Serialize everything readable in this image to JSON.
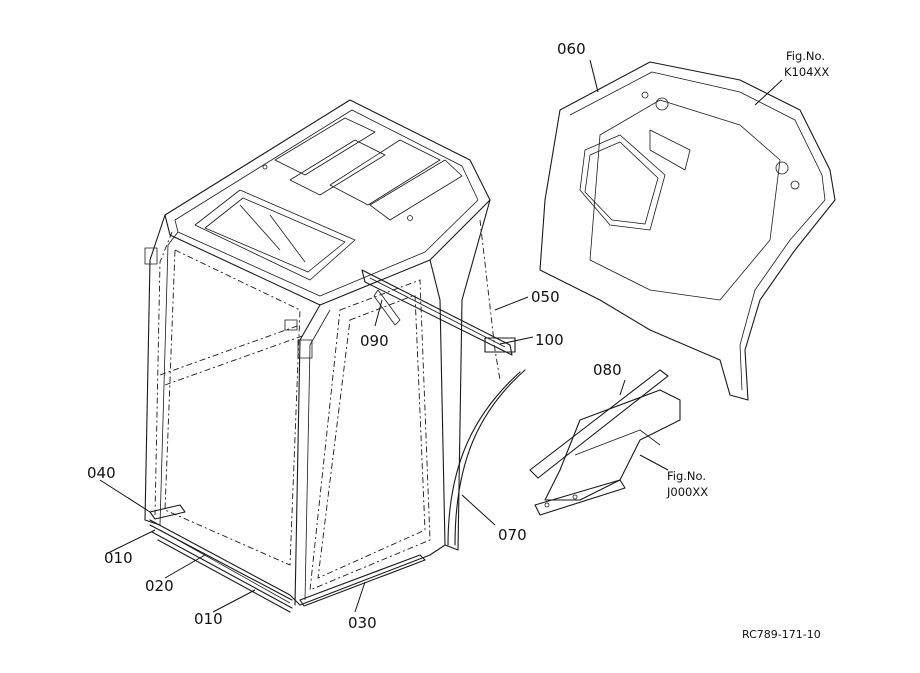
{
  "parts": {
    "p010_a": "010",
    "p010_b": "010",
    "p020": "020",
    "p030": "030",
    "p040": "040",
    "p050": "050",
    "p060": "060",
    "p070": "070",
    "p080": "080",
    "p090": "090",
    "p100": "100"
  },
  "fig_refs": {
    "rear": {
      "line1": "Fig.No.",
      "line2": "K104XX"
    },
    "bracket": {
      "line1": "Fig.No.",
      "line2": "J000XX"
    }
  },
  "drawing_code": "RC789-171-10"
}
